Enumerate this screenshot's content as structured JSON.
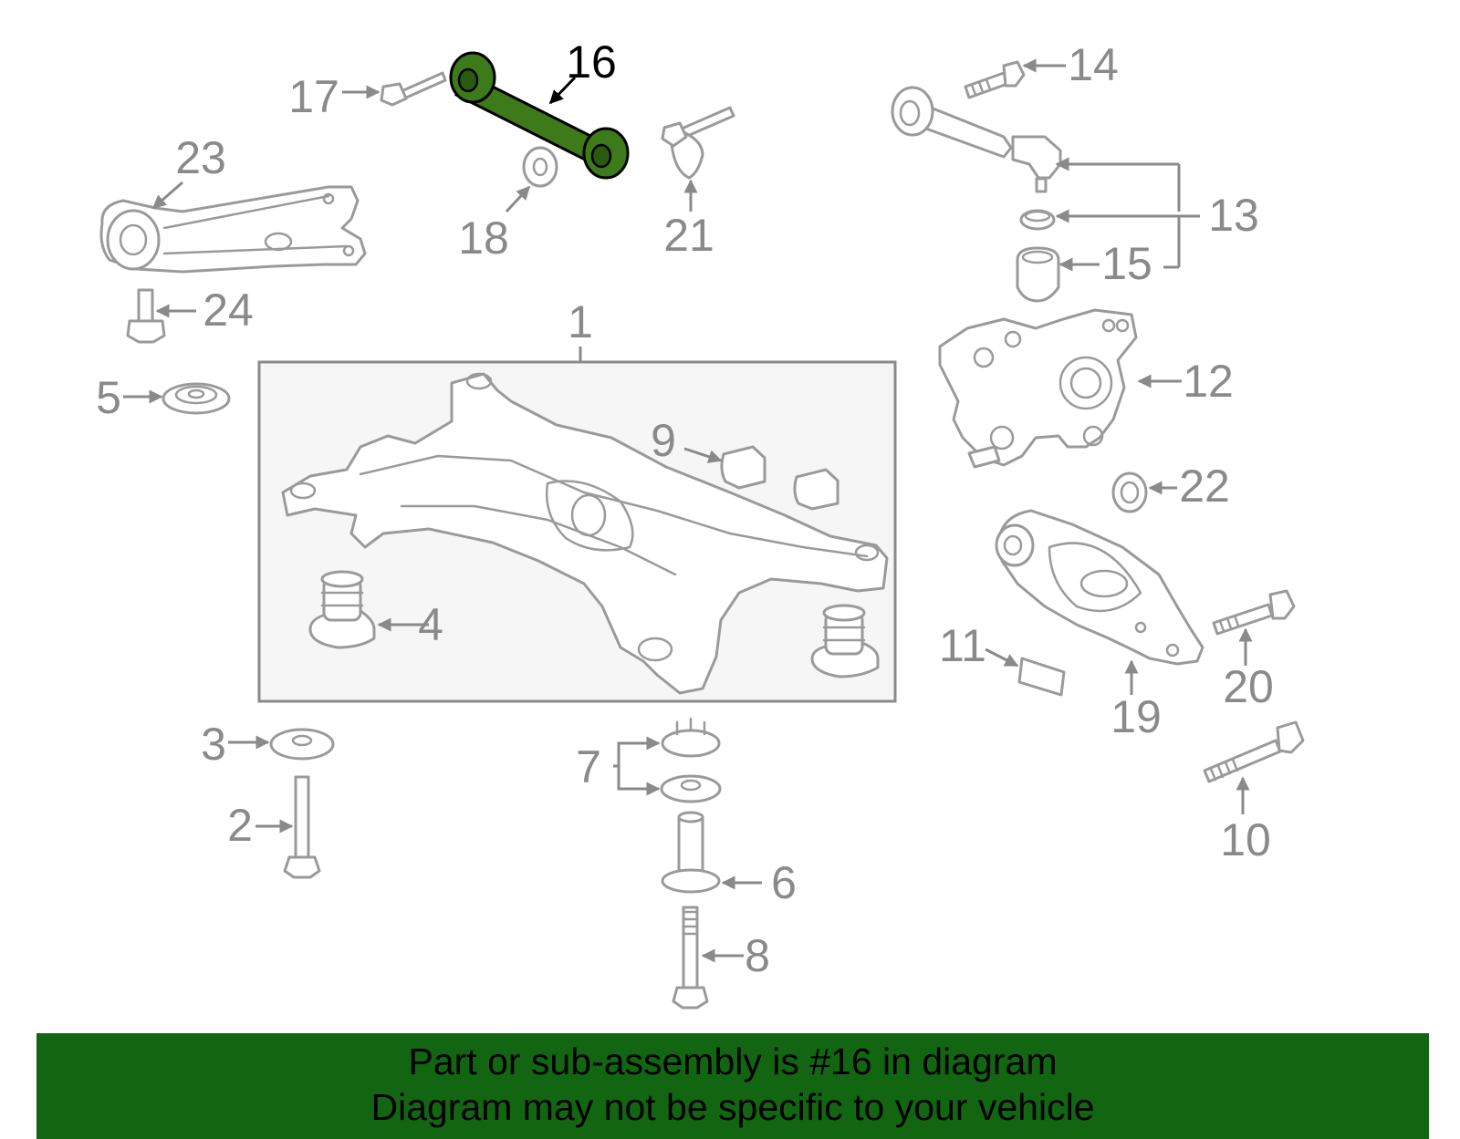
{
  "banner": {
    "line1": "Part or sub-assembly is #16 in diagram",
    "line2": "Diagram may not be specific to your vehicle",
    "background_color": "#126612"
  },
  "highlight": {
    "part_number": "16",
    "color": "#3d7a1a"
  },
  "callouts": {
    "c1": "1",
    "c2": "2",
    "c3": "3",
    "c4": "4",
    "c5": "5",
    "c6": "6",
    "c7": "7",
    "c8": "8",
    "c9": "9",
    "c10": "10",
    "c11": "11",
    "c12": "12",
    "c13": "13",
    "c14": "14",
    "c15": "15",
    "c16": "16",
    "c17": "17",
    "c18": "18",
    "c19": "19",
    "c20": "20",
    "c21": "21",
    "c22": "22",
    "c23": "23",
    "c24": "24"
  }
}
